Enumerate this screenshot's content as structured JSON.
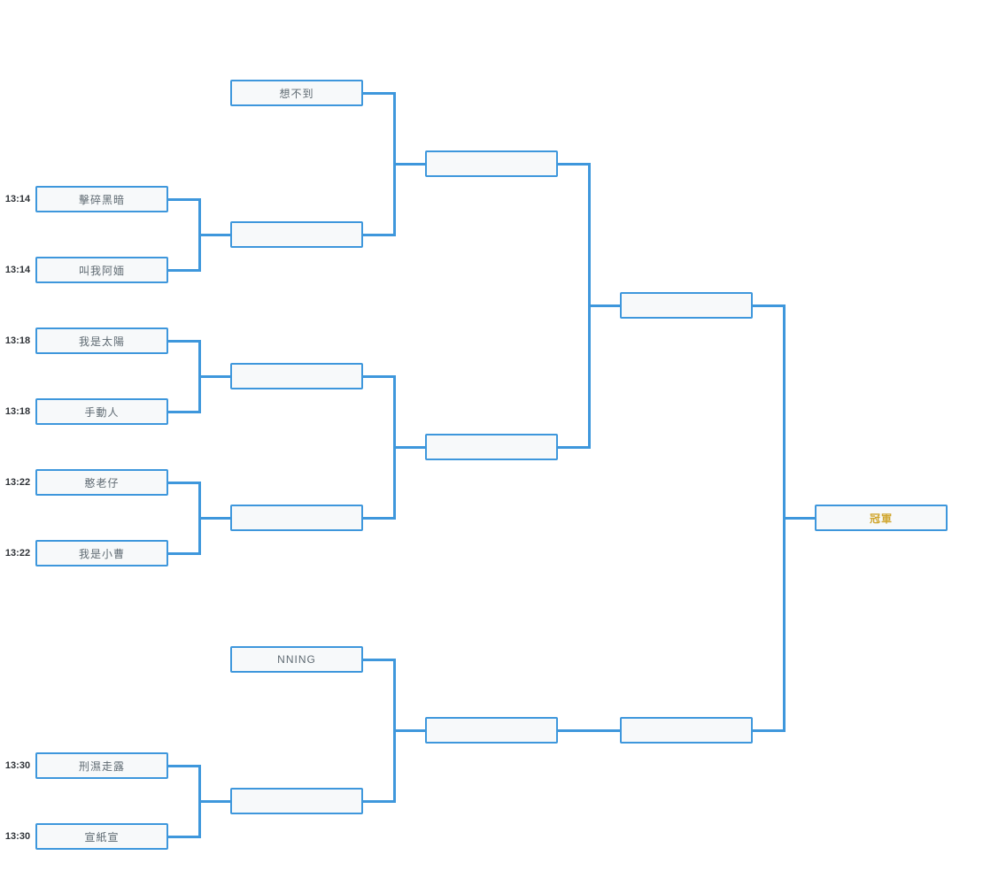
{
  "colors": {
    "connector_line": "#3e97dc",
    "slot_fill": "#f7f9fa",
    "name_text": "#5f6a72",
    "time_text": "#2f3338",
    "champion_text": "#d0a62e"
  },
  "round1": [
    {
      "time": "13:14",
      "name": "擊碎黑暗"
    },
    {
      "time": "13:14",
      "name": "叫我阿媔"
    },
    {
      "time": "13:18",
      "name": "我是太陽"
    },
    {
      "time": "13:18",
      "name": "手動人"
    },
    {
      "time": "13:22",
      "name": "憨老仔"
    },
    {
      "time": "13:22",
      "name": "我是小曹"
    },
    {
      "time": "13:30",
      "name": "刑濕走露"
    },
    {
      "time": "13:30",
      "name": "宣紙宣"
    }
  ],
  "round2": [
    {
      "name": "想不到"
    },
    {
      "name": ""
    },
    {
      "name": ""
    },
    {
      "name": ""
    },
    {
      "name": "NNING"
    },
    {
      "name": ""
    }
  ],
  "round3": [
    {
      "name": ""
    },
    {
      "name": ""
    },
    {
      "name": ""
    }
  ],
  "round4": [
    {
      "name": ""
    },
    {
      "name": ""
    }
  ],
  "final": {
    "name": "冠軍"
  }
}
